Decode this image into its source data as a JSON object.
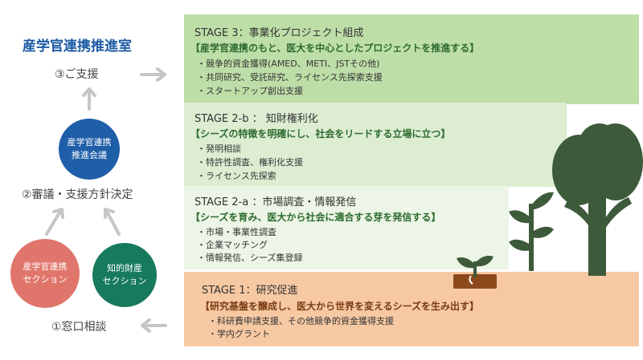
{
  "org": {
    "title": "産学官連携推進室"
  },
  "flow": {
    "step3": "③ご支援",
    "step2": "②審議・支援方針決定",
    "step1": "①窓口相談",
    "council": [
      "産学官連携",
      "推進会議"
    ],
    "sangaku_section": [
      "産学官連携",
      "セクション"
    ],
    "chiteki_section": [
      "知的財産",
      "セクション"
    ]
  },
  "stages": {
    "stage3": {
      "title": "STAGE 3：事業化プロジェクト組成",
      "subtitle": "【産学官連携のもと、医大を中心としたプロジェクトを推進する】",
      "items": [
        "・競争的資金獲得(AMED、METI、JSTその他)",
        "・共同研究、受託研究、ライセンス先探索支援",
        "・スタートアップ創出支援"
      ]
    },
    "stage2b": {
      "title": "STAGE 2-b ： 知財権利化",
      "subtitle": "【シーズの特徴を明確にし、社会をリードする立場に立つ】",
      "items": [
        "・発明相談",
        "・特許性調査、権利化支援",
        "・ライセンス先探索"
      ]
    },
    "stage2a": {
      "title": "STAGE 2-a ：市場調査・情報発信",
      "subtitle": "【シーズを育み、医大から社会に適合する芽を発信する】",
      "items": [
        "・市場・事業性調査",
        "・企業マッチング",
        "・情報発信、シーズ集登録"
      ]
    },
    "stage1": {
      "title": "STAGE 1：研究促進",
      "subtitle": "【研究基盤を醸成し、医大から世界を変えるシーズを生み出す】",
      "items": [
        "・科研費申請支援、その他競争的資金獲得支援",
        "・学内グラント"
      ]
    }
  },
  "colors": {
    "stage3": "#bedea8",
    "stage2b": "#dcedd2",
    "stage2a": "#ecf5e6",
    "stage1": "#f6c9a3",
    "council": "#1f5ea8",
    "sangaku": "#e0766b",
    "chiteki": "#177a5e",
    "tree": "#3d5a3a"
  },
  "icons": {
    "tree": "tree-icon",
    "plant": "plant-icon",
    "sprout": "sprout-icon",
    "arrow": "arrow-icon"
  }
}
